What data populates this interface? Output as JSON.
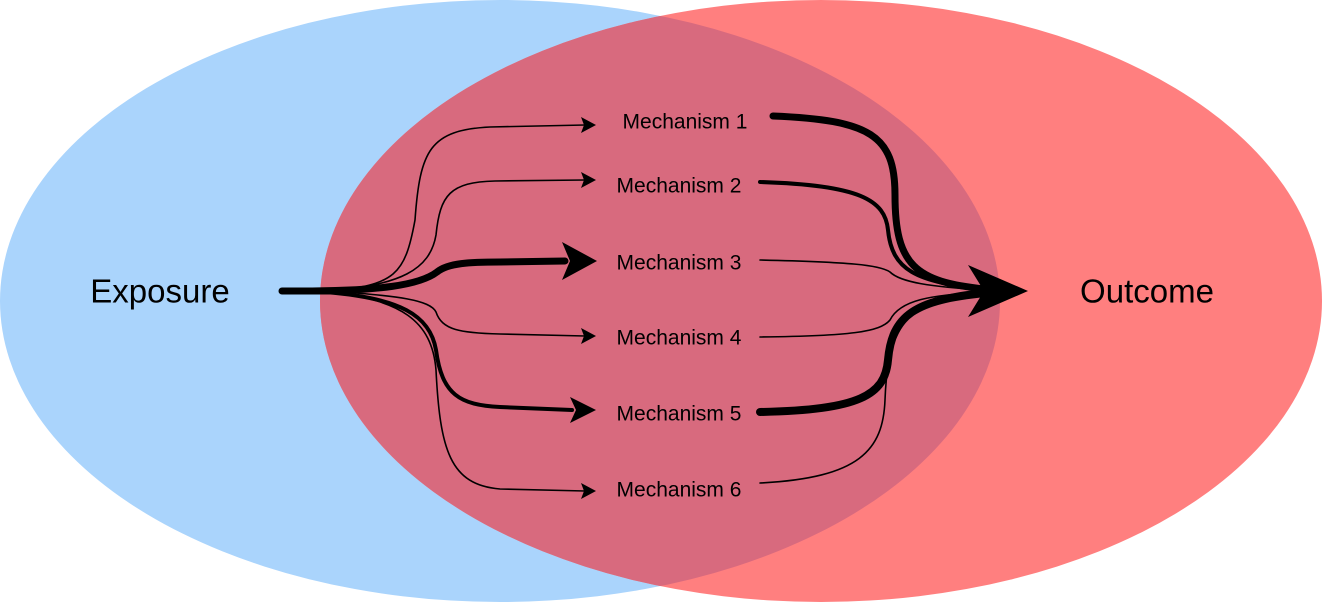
{
  "diagram": {
    "exposure_label": "Exposure",
    "outcome_label": "Outcome",
    "mechanisms": [
      {
        "label": "Mechanism 1",
        "in_weight": "thin",
        "out_weight": "heavy"
      },
      {
        "label": "Mechanism 2",
        "in_weight": "thin",
        "out_weight": "medium"
      },
      {
        "label": "Mechanism 3",
        "in_weight": "heavy",
        "out_weight": "thin"
      },
      {
        "label": "Mechanism 4",
        "in_weight": "thin",
        "out_weight": "thin"
      },
      {
        "label": "Mechanism 5",
        "in_weight": "medium",
        "out_weight": "heavy"
      },
      {
        "label": "Mechanism 6",
        "in_weight": "thin",
        "out_weight": "thin"
      }
    ]
  },
  "colors": {
    "exposure_region": "#aad4fc",
    "outcome_region": "#ff7f7f",
    "overlap_region": "#d86a7e",
    "arrows": "#000000",
    "background": "#ffffff"
  }
}
